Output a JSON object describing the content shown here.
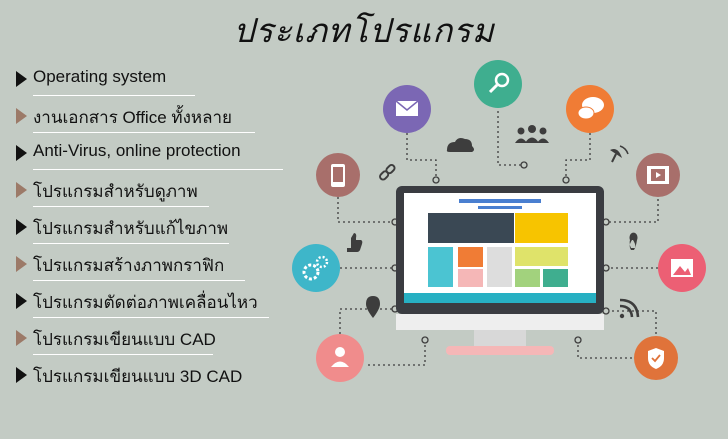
{
  "title": "ประเภทโปรแกรม",
  "items": [
    {
      "label": "Operating system",
      "bullet": "#111111"
    },
    {
      "label": "งานเอกสาร Office ทั้งหลาย",
      "bullet": "#9c7a68"
    },
    {
      "label": "Anti-Virus, online protection",
      "bullet": "#111111"
    },
    {
      "label": "โปรแกรมสำหรับดูภาพ",
      "bullet": "#9c7a68"
    },
    {
      "label": "โปรแกรมสำหรับแก้ไขภาพ",
      "bullet": "#111111"
    },
    {
      "label": "โปรแกรมสร้างภาพกราฟิก",
      "bullet": "#9c7a68"
    },
    {
      "label": "โปรแกรมตัดต่อภาพเคลื่อนไหว",
      "bullet": "#111111"
    },
    {
      "label": "โปรแกรมเขียนแบบ CAD",
      "bullet": "#9c7a68"
    },
    {
      "label": "โปรแกรมเขียนแบบ 3D CAD",
      "bullet": "#111111"
    }
  ],
  "icons": [
    {
      "name": "mail-icon",
      "color": "#7b67b4"
    },
    {
      "name": "search-icon",
      "color": "#3fae8f"
    },
    {
      "name": "chat-icon",
      "color": "#f07c35"
    },
    {
      "name": "mobile-icon",
      "color": "#a86f6b"
    },
    {
      "name": "film-icon",
      "color": "#a86f6b"
    },
    {
      "name": "settings-icon",
      "color": "#3eb6c9"
    },
    {
      "name": "image-icon",
      "color": "#ec5f74"
    },
    {
      "name": "user-icon",
      "color": "#f08c8c"
    },
    {
      "name": "shield-icon",
      "color": "#e0733a"
    }
  ]
}
